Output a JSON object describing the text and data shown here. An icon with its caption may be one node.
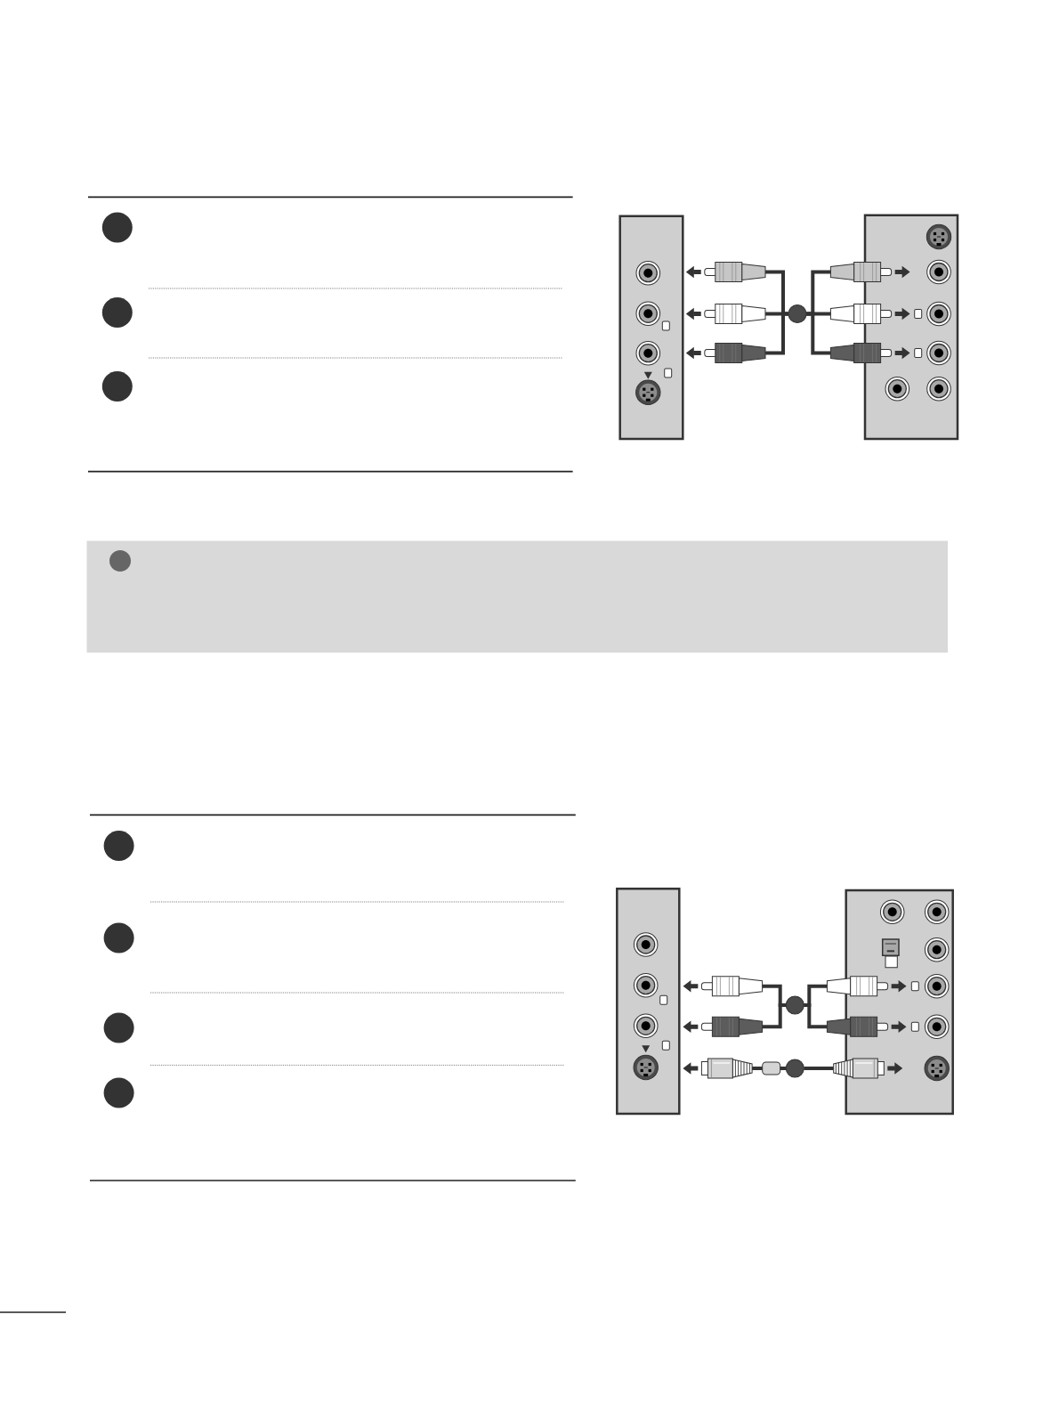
{
  "diagram": {
    "nodes": [
      {
        "text": [],
        "shape": "box"
      },
      {
        "text": [],
        "shape": "picture"
      },
      {
        "text": [],
        "shape": "picture"
      },
      {
        "text": [],
        "shape": "picture"
      },
      {
        "text": [],
        "shape": "circle"
      },
      {
        "text": [],
        "shape": "picture"
      },
      {
        "text": [],
        "shape": "picture"
      },
      {
        "text": [],
        "shape": "picture"
      },
      {
        "text": [],
        "shape": "box"
      },
      {
        "text": [],
        "shape": "box"
      },
      {
        "text": [],
        "shape": "picture"
      },
      {
        "text": [],
        "shape": "picture"
      },
      {
        "text": [],
        "shape": "picture"
      },
      {
        "text": [],
        "shape": "circle"
      },
      {
        "text": [],
        "shape": "box"
      },
      {
        "text": [],
        "shape": "circle"
      },
      {
        "text": [],
        "shape": "picture"
      },
      {
        "text": [],
        "shape": "picture"
      },
      {
        "text": [],
        "shape": "picture"
      },
      {
        "text": [],
        "shape": "box"
      }
    ],
    "edges": [
      {
        "from": 1,
        "to": 0,
        "arrow": "to"
      },
      {
        "from": 2,
        "to": 0,
        "arrow": "to"
      },
      {
        "from": 3,
        "to": 0,
        "arrow": "to"
      },
      {
        "from": 1,
        "to": 4,
        "arrow": "none"
      },
      {
        "from": 2,
        "to": 4,
        "arrow": "none"
      },
      {
        "from": 3,
        "to": 4,
        "arrow": "none"
      },
      {
        "from": 4,
        "to": 5,
        "arrow": "none"
      },
      {
        "from": 4,
        "to": 6,
        "arrow": "none"
      },
      {
        "from": 4,
        "to": 7,
        "arrow": "none"
      },
      {
        "from": 5,
        "to": 8,
        "arrow": "to"
      },
      {
        "from": 6,
        "to": 8,
        "arrow": "to"
      },
      {
        "from": 7,
        "to": 8,
        "arrow": "to"
      },
      {
        "from": 10,
        "to": 9,
        "arrow": "to"
      },
      {
        "from": 11,
        "to": 9,
        "arrow": "to"
      },
      {
        "from": 12,
        "to": 9,
        "arrow": "to"
      },
      {
        "from": 10,
        "to": 13,
        "arrow": "none"
      },
      {
        "from": 11,
        "to": 13,
        "arrow": "none"
      },
      {
        "from": 12,
        "to": 14,
        "arrow": "none"
      },
      {
        "from": 14,
        "to": 15,
        "arrow": "none"
      },
      {
        "from": 13,
        "to": 16,
        "arrow": "none"
      },
      {
        "from": 13,
        "to": 17,
        "arrow": "none"
      },
      {
        "from": 15,
        "to": 18,
        "arrow": "none"
      },
      {
        "from": 16,
        "to": 19,
        "arrow": "to"
      },
      {
        "from": 17,
        "to": 19,
        "arrow": "to"
      },
      {
        "from": 18,
        "to": 19,
        "arrow": "to"
      }
    ]
  }
}
